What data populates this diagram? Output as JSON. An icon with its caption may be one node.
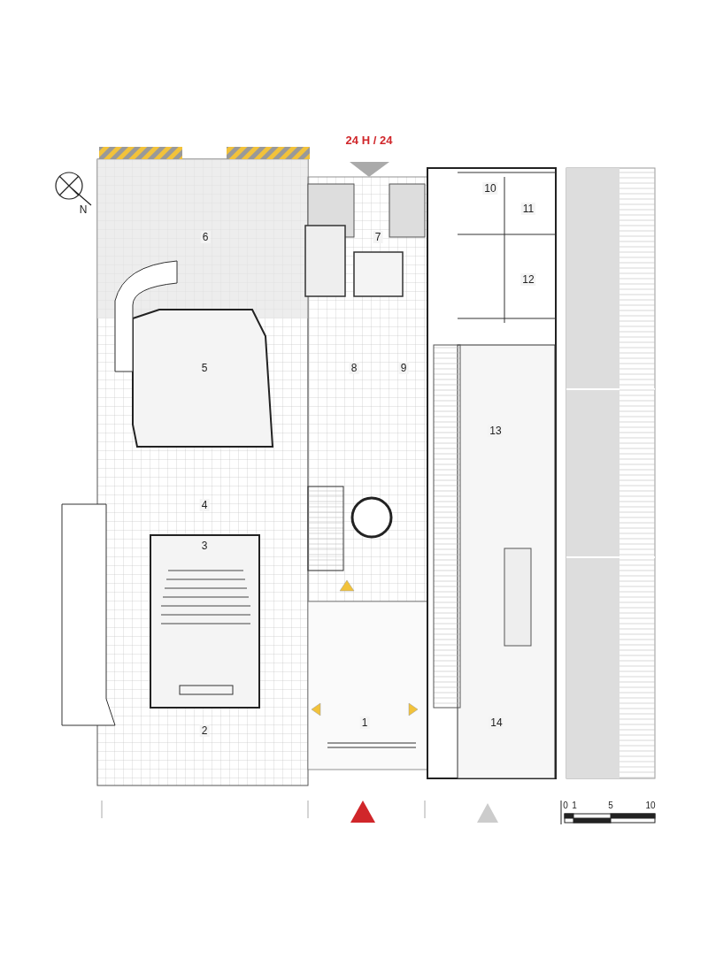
{
  "diagram": {
    "labels": [
      "24 H / 24",
      "10",
      "N",
      "11",
      "6",
      "7",
      "12",
      "5",
      "8",
      "9",
      "13",
      "4",
      "3",
      "1",
      "14",
      "2",
      "0",
      "1",
      "5",
      "10"
    ]
  }
}
